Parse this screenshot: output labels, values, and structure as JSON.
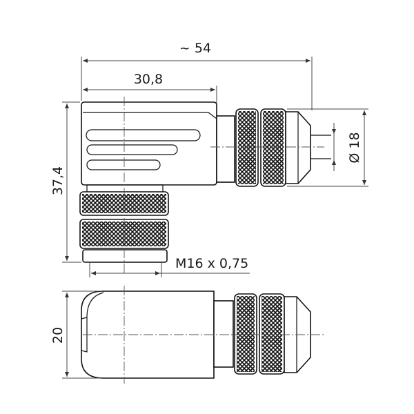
{
  "drawing": {
    "dimensions": {
      "overall_length": "~ 54",
      "body_length": "30,8",
      "height": "37,4",
      "cable_diameter": "Ø 18",
      "thread": "M16 x 0,75",
      "width": "20"
    },
    "colors": {
      "line": "#111111",
      "knurl": "#111111",
      "background": "#ffffff"
    }
  }
}
